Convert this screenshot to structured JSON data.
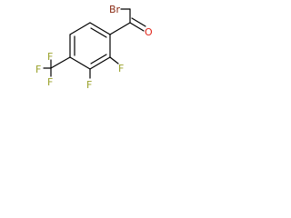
{
  "molecule": {
    "atoms": [
      {
        "id": "br",
        "label": "Br",
        "color": "#8b2d16"
      },
      {
        "id": "o",
        "label": "O",
        "color": "#e0261b"
      },
      {
        "id": "f_ortho",
        "label": "F",
        "color": "#9aa12a"
      },
      {
        "id": "f_meta",
        "label": "F",
        "color": "#9aa12a"
      },
      {
        "id": "f_cf3_left",
        "label": "F",
        "color": "#9aa12a"
      },
      {
        "id": "f_cf3_top",
        "label": "F",
        "color": "#9aa12a"
      },
      {
        "id": "f_cf3_bottom",
        "label": "F",
        "color": "#9aa12a"
      }
    ],
    "bond_color": "#000000"
  }
}
